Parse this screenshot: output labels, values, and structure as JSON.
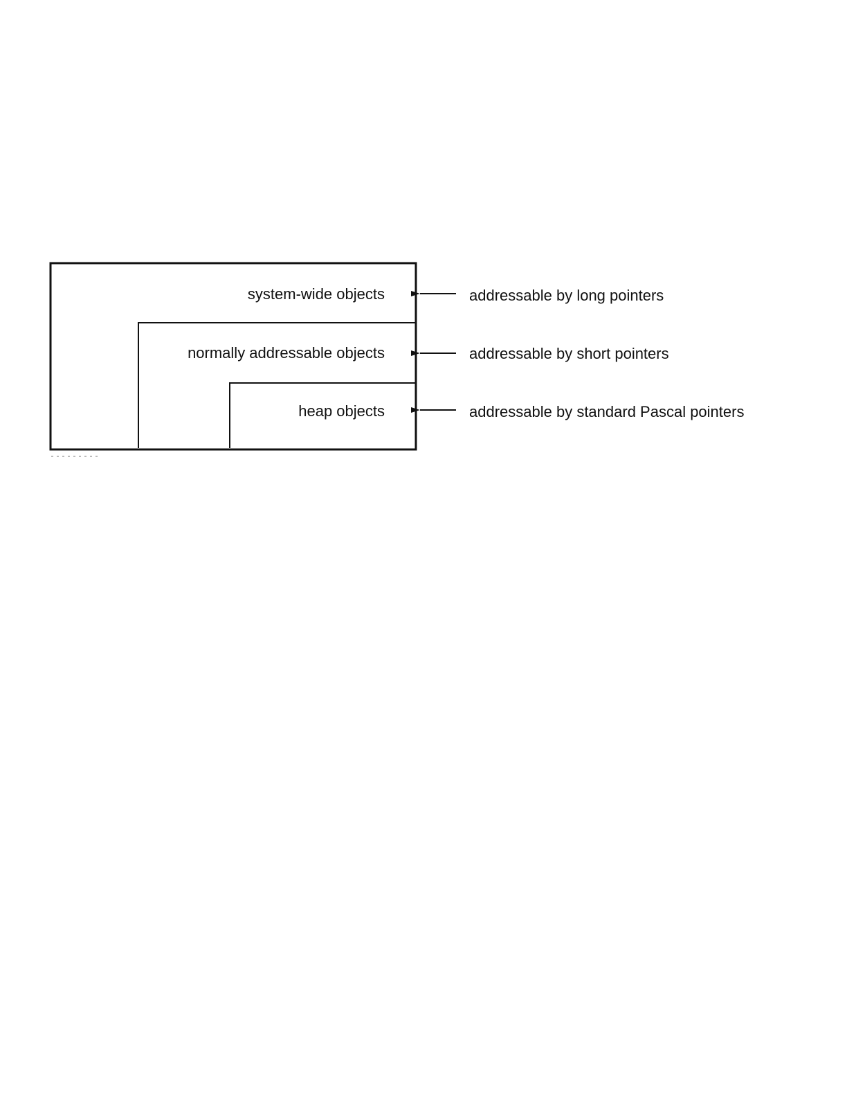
{
  "diagram": {
    "regions": [
      {
        "id": "system-wide",
        "label": "system-wide objects"
      },
      {
        "id": "normally-addressable",
        "label": "normally addressable objects"
      },
      {
        "id": "heap",
        "label": "heap objects"
      }
    ],
    "annotations": [
      {
        "target": "system-wide",
        "label": "addressable by long pointers"
      },
      {
        "target": "normally-addressable",
        "label": "addressable by short pointers"
      },
      {
        "target": "heap",
        "label": "addressable by standard Pascal pointers"
      }
    ],
    "colors": {
      "stroke": "#111111",
      "background": "#ffffff"
    },
    "icons": {
      "pointer": "left-arrow-icon"
    }
  }
}
